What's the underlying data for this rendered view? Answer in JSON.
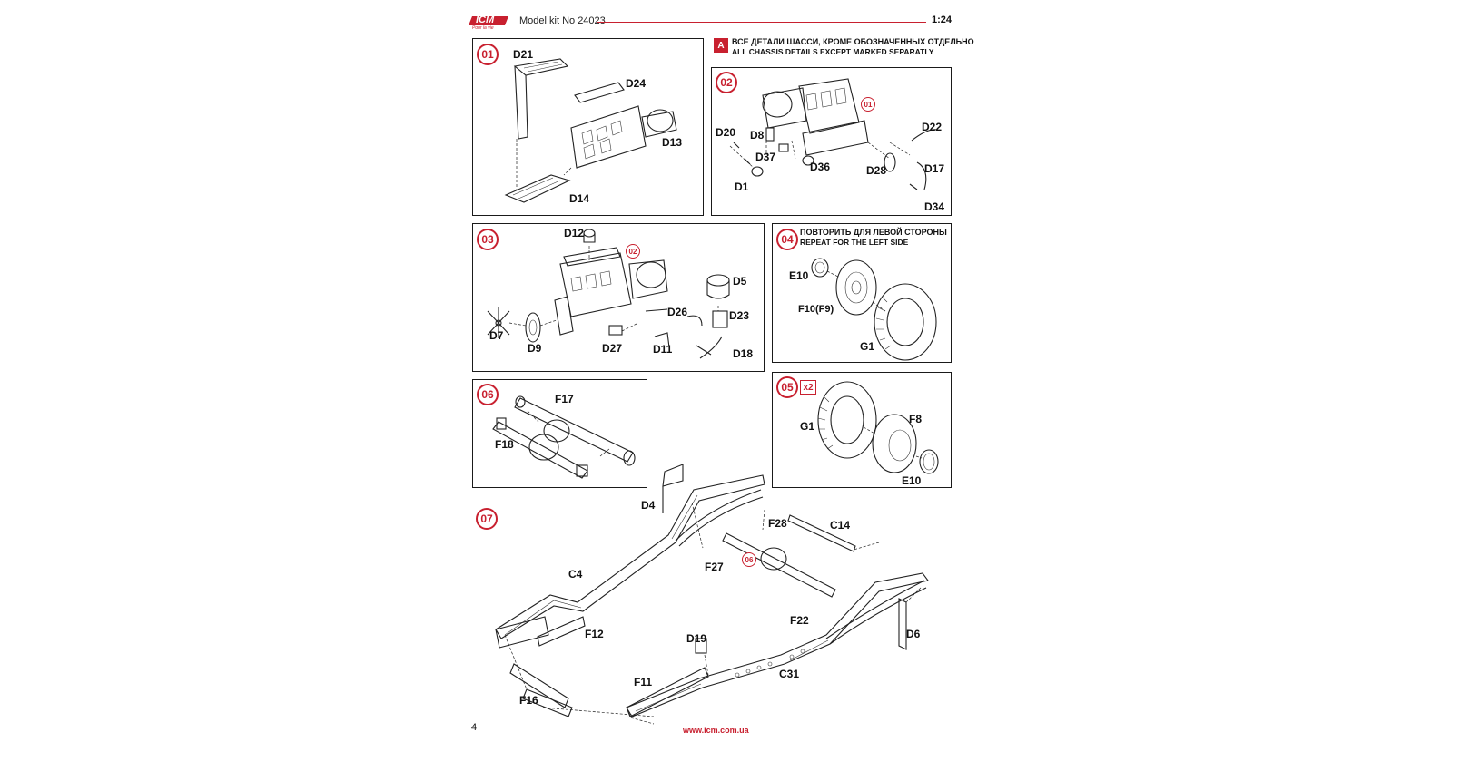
{
  "header": {
    "logo_text": "ICM",
    "logo_tagline": "Pour la vie",
    "kit_label": "Model kit No 24023",
    "scale": "1:24",
    "accent_color": "#c8202f"
  },
  "note_a": {
    "badge": "A",
    "ru": "ВСЕ ДЕТАЛИ ШАССИ, КРОМЕ ОБОЗНАЧЕННЫХ ОТДЕЛЬНО",
    "en": "ALL CHASSIS DETAILS EXCEPT MARKED SEPARATLY"
  },
  "steps": [
    {
      "number": "01",
      "parts": [
        "D21",
        "D24",
        "D13",
        "D14"
      ]
    },
    {
      "number": "02",
      "ref": "01",
      "parts": [
        "D22",
        "D20",
        "D8",
        "D37",
        "D36",
        "D28",
        "D17",
        "D1",
        "D34"
      ]
    },
    {
      "number": "03",
      "ref": "02",
      "parts": [
        "D12",
        "D5",
        "D26",
        "D23",
        "D7",
        "D9",
        "D27",
        "D11",
        "D18"
      ]
    },
    {
      "number": "04",
      "note_ru": "ПОВТОРИТЬ ДЛЯ ЛЕВОЙ СТОРОНЫ",
      "note_en": "REPEAT FOR THE LEFT SIDE",
      "parts": [
        "E10",
        "F10(F9)",
        "G1"
      ]
    },
    {
      "number": "05",
      "multiplier": "x2",
      "parts": [
        "G1",
        "F8",
        "E10"
      ]
    },
    {
      "number": "06",
      "parts": [
        "F17",
        "F18"
      ]
    },
    {
      "number": "07",
      "ref": "06",
      "parts": [
        "D4",
        "F28",
        "C14",
        "C4",
        "F27",
        "F22",
        "D6",
        "F12",
        "D19",
        "F11",
        "C31",
        "F16"
      ]
    }
  ],
  "footer": {
    "page_number": "4",
    "website": "www.icm.com.ua"
  }
}
